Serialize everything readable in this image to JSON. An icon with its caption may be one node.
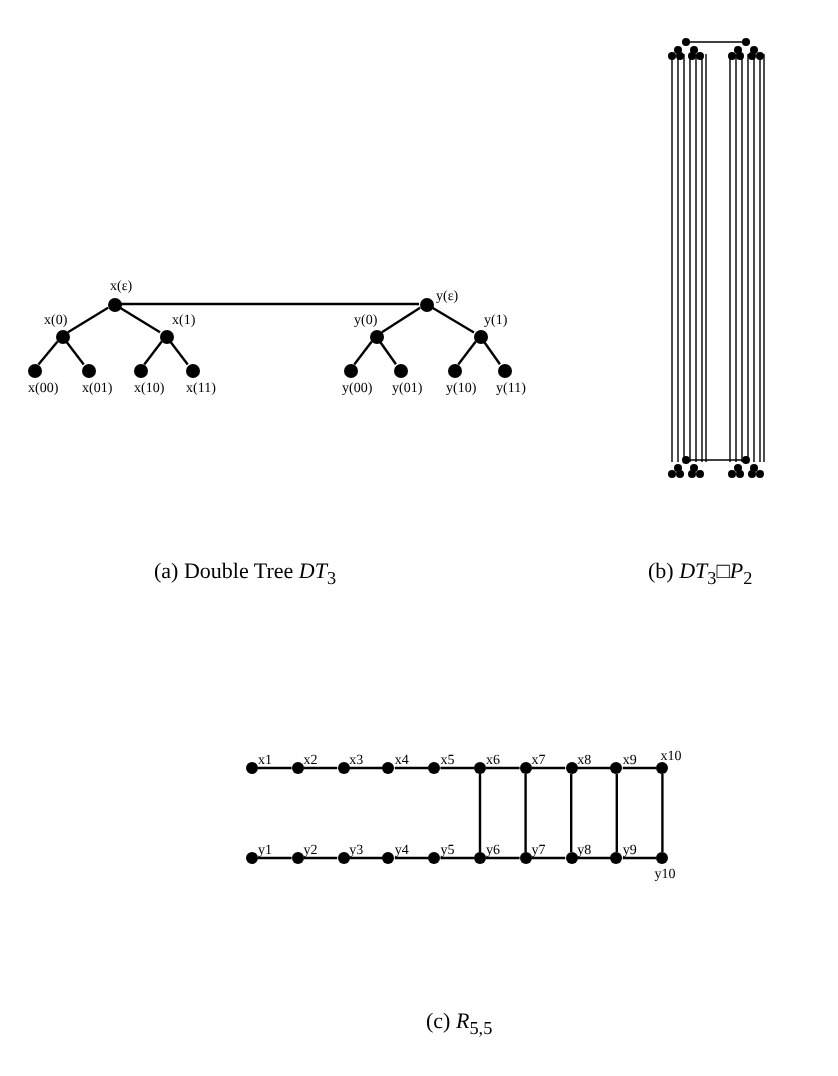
{
  "diagram": {
    "nodes": [
      {
        "text": [
          "x(ε)"
        ]
      },
      {
        "text": [
          "x(0)"
        ]
      },
      {
        "text": [
          "x(1)"
        ]
      },
      {
        "text": [
          "x(00)"
        ]
      },
      {
        "text": [
          "x(01)"
        ]
      },
      {
        "text": [
          "x(10)"
        ]
      },
      {
        "text": [
          "x(11)"
        ]
      },
      {
        "text": [
          "y(ε)"
        ]
      },
      {
        "text": [
          "y(0)"
        ]
      },
      {
        "text": [
          "y(1)"
        ]
      },
      {
        "text": [
          "y(00)"
        ]
      },
      {
        "text": [
          "y(01)"
        ]
      },
      {
        "text": [
          "y(10)"
        ]
      },
      {
        "text": [
          "y(11)"
        ]
      },
      {
        "text": [
          "x1"
        ]
      },
      {
        "text": [
          "x2"
        ]
      },
      {
        "text": [
          "x3"
        ]
      },
      {
        "text": [
          "x4"
        ]
      },
      {
        "text": [
          "x5"
        ]
      },
      {
        "text": [
          "x6"
        ]
      },
      {
        "text": [
          "x7"
        ]
      },
      {
        "text": [
          "x8"
        ]
      },
      {
        "text": [
          "x9"
        ]
      },
      {
        "text": [
          "x10"
        ]
      },
      {
        "text": [
          "y1"
        ]
      },
      {
        "text": [
          "y2"
        ]
      },
      {
        "text": [
          "y3"
        ]
      },
      {
        "text": [
          "y4"
        ]
      },
      {
        "text": [
          "y5"
        ]
      },
      {
        "text": [
          "y6"
        ]
      },
      {
        "text": [
          "y7"
        ]
      },
      {
        "text": [
          "y8"
        ]
      },
      {
        "text": [
          "y9"
        ]
      },
      {
        "text": [
          "y10"
        ]
      }
    ],
    "edges": [
      {
        "from": 0,
        "to": 7,
        "arrow": "none"
      },
      {
        "from": 0,
        "to": 1,
        "arrow": "none"
      },
      {
        "from": 0,
        "to": 2,
        "arrow": "none"
      },
      {
        "from": 1,
        "to": 3,
        "arrow": "none"
      },
      {
        "from": 1,
        "to": 4,
        "arrow": "none"
      },
      {
        "from": 2,
        "to": 5,
        "arrow": "none"
      },
      {
        "from": 2,
        "to": 6,
        "arrow": "none"
      },
      {
        "from": 7,
        "to": 8,
        "arrow": "none"
      },
      {
        "from": 7,
        "to": 9,
        "arrow": "none"
      },
      {
        "from": 8,
        "to": 10,
        "arrow": "none"
      },
      {
        "from": 8,
        "to": 11,
        "arrow": "none"
      },
      {
        "from": 9,
        "to": 12,
        "arrow": "none"
      },
      {
        "from": 9,
        "to": 13,
        "arrow": "none"
      },
      {
        "from": 14,
        "to": 15,
        "arrow": "none"
      },
      {
        "from": 15,
        "to": 16,
        "arrow": "none"
      },
      {
        "from": 16,
        "to": 17,
        "arrow": "none"
      },
      {
        "from": 17,
        "to": 18,
        "arrow": "none"
      },
      {
        "from": 18,
        "to": 19,
        "arrow": "none"
      },
      {
        "from": 19,
        "to": 20,
        "arrow": "none"
      },
      {
        "from": 20,
        "to": 21,
        "arrow": "none"
      },
      {
        "from": 21,
        "to": 22,
        "arrow": "none"
      },
      {
        "from": 22,
        "to": 23,
        "arrow": "none"
      },
      {
        "from": 24,
        "to": 25,
        "arrow": "none"
      },
      {
        "from": 25,
        "to": 26,
        "arrow": "none"
      },
      {
        "from": 26,
        "to": 27,
        "arrow": "none"
      },
      {
        "from": 27,
        "to": 28,
        "arrow": "none"
      },
      {
        "from": 28,
        "to": 29,
        "arrow": "none"
      },
      {
        "from": 29,
        "to": 30,
        "arrow": "none"
      },
      {
        "from": 30,
        "to": 31,
        "arrow": "none"
      },
      {
        "from": 31,
        "to": 32,
        "arrow": "none"
      },
      {
        "from": 32,
        "to": 33,
        "arrow": "none"
      },
      {
        "from": 19,
        "to": 29,
        "arrow": "none"
      },
      {
        "from": 20,
        "to": 30,
        "arrow": "none"
      },
      {
        "from": 21,
        "to": 31,
        "arrow": "none"
      },
      {
        "from": 22,
        "to": 32,
        "arrow": "none"
      },
      {
        "from": 23,
        "to": 33,
        "arrow": "none"
      }
    ],
    "labels": [
      "(a) Double Tree *DT*$_{3}$",
      "(b) *DT*$_{3}$□*P*$_{2}$",
      "(c) *R*$_{5,5}$"
    ]
  }
}
